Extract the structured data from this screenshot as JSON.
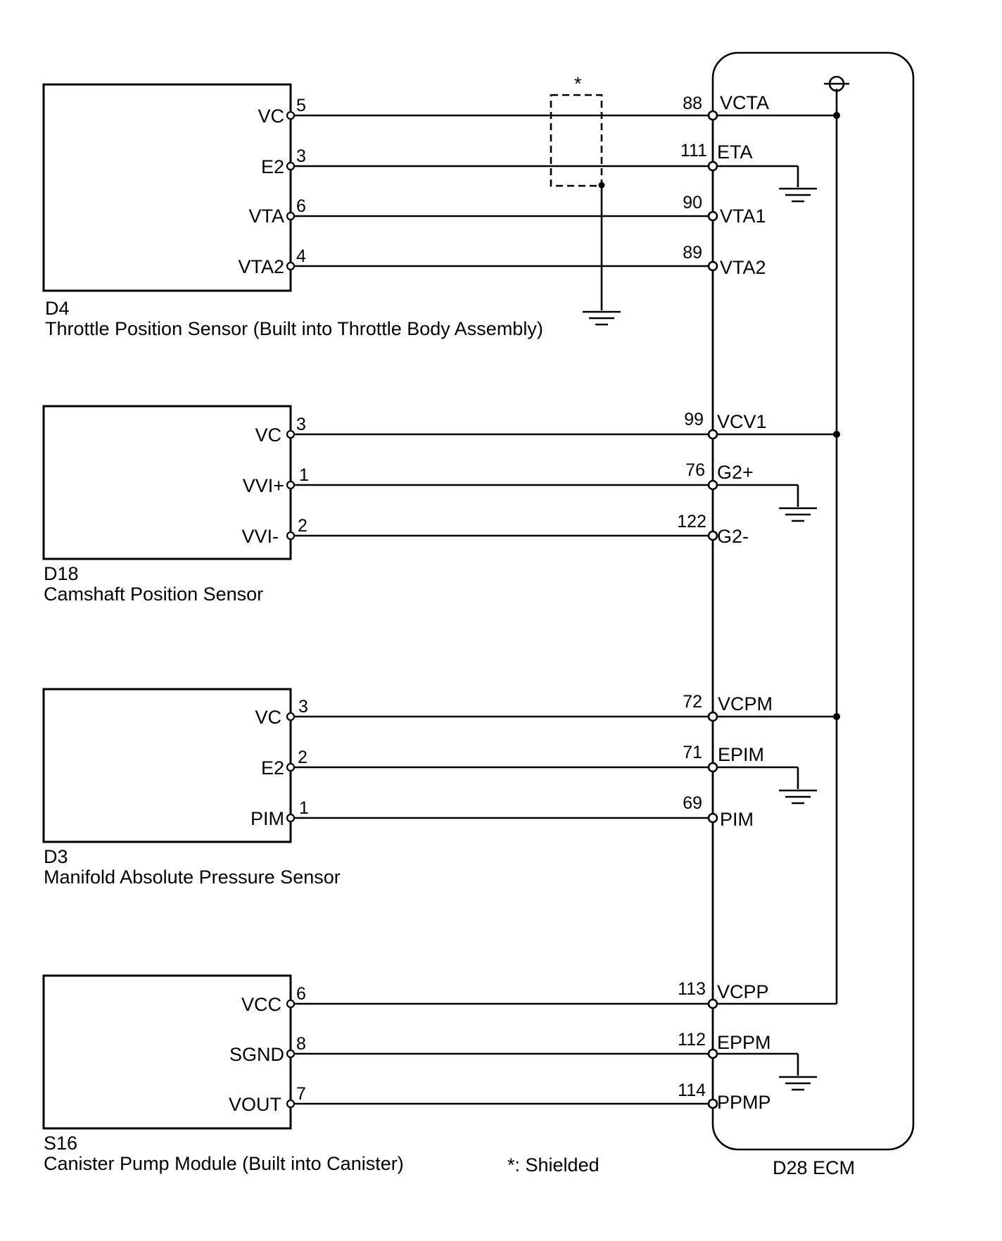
{
  "diagram": {
    "shield_marker": "*",
    "shield_note": "*: Shielded",
    "ecm": {
      "label": "D28 ECM"
    },
    "components": [
      {
        "code": "D4",
        "name": "Throttle Position Sensor (Built into Throttle Body Assembly)",
        "terminals": [
          {
            "label": "VC",
            "pin": "5",
            "ecm_pin": "88",
            "ecm_label": "VCTA"
          },
          {
            "label": "E2",
            "pin": "3",
            "ecm_pin": "111",
            "ecm_label": "ETA"
          },
          {
            "label": "VTA",
            "pin": "6",
            "ecm_pin": "90",
            "ecm_label": "VTA1"
          },
          {
            "label": "VTA2",
            "pin": "4",
            "ecm_pin": "89",
            "ecm_label": "VTA2"
          }
        ]
      },
      {
        "code": "D18",
        "name": "Camshaft Position Sensor",
        "terminals": [
          {
            "label": "VC",
            "pin": "3",
            "ecm_pin": "99",
            "ecm_label": "VCV1"
          },
          {
            "label": "VVI+",
            "pin": "1",
            "ecm_pin": "76",
            "ecm_label": "G2+"
          },
          {
            "label": "VVI-",
            "pin": "2",
            "ecm_pin": "122",
            "ecm_label": "G2-"
          }
        ]
      },
      {
        "code": "D3",
        "name": "Manifold Absolute Pressure Sensor",
        "terminals": [
          {
            "label": "VC",
            "pin": "3",
            "ecm_pin": "72",
            "ecm_label": "VCPM"
          },
          {
            "label": "E2",
            "pin": "2",
            "ecm_pin": "71",
            "ecm_label": "EPIM"
          },
          {
            "label": "PIM",
            "pin": "1",
            "ecm_pin": "69",
            "ecm_label": "PIM"
          }
        ]
      },
      {
        "code": "S16",
        "name": "Canister Pump Module (Built into Canister)",
        "terminals": [
          {
            "label": "VCC",
            "pin": "6",
            "ecm_pin": "113",
            "ecm_label": "VCPP"
          },
          {
            "label": "SGND",
            "pin": "8",
            "ecm_pin": "112",
            "ecm_label": "EPPM"
          },
          {
            "label": "VOUT",
            "pin": "7",
            "ecm_pin": "114",
            "ecm_label": "PPMP"
          }
        ]
      }
    ]
  }
}
